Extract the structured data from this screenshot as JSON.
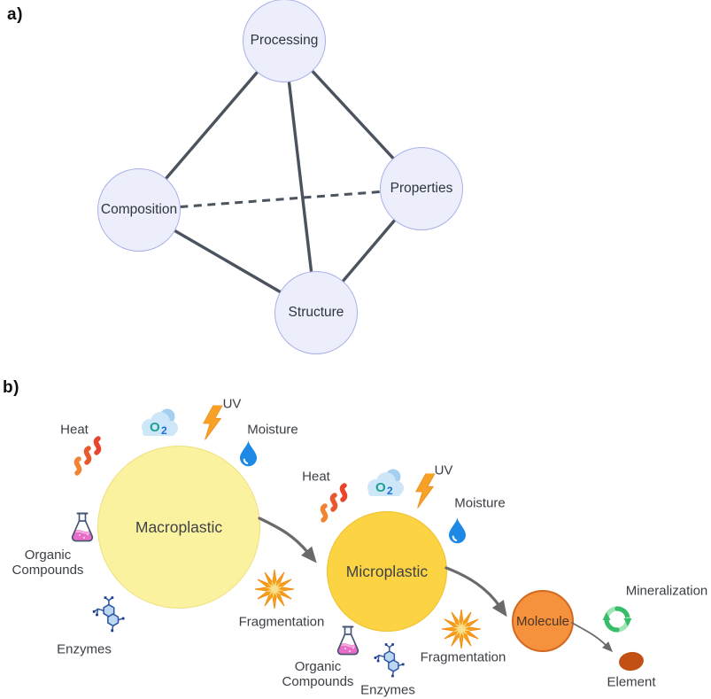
{
  "panel_a": {
    "label": "a)",
    "nodes": [
      {
        "label": "Processing"
      },
      {
        "label": "Composition"
      },
      {
        "label": "Properties"
      },
      {
        "label": "Structure"
      }
    ],
    "edges": [
      {
        "from": "Processing",
        "to": "Composition",
        "style": "solid"
      },
      {
        "from": "Processing",
        "to": "Properties",
        "style": "solid"
      },
      {
        "from": "Processing",
        "to": "Structure",
        "style": "solid"
      },
      {
        "from": "Composition",
        "to": "Structure",
        "style": "solid"
      },
      {
        "from": "Properties",
        "to": "Structure",
        "style": "solid"
      },
      {
        "from": "Composition",
        "to": "Properties",
        "style": "dashed"
      }
    ],
    "colors": {
      "node_fill": "#ECEFFB",
      "node_border": "#A9AFE8",
      "edge": "#4A535E"
    }
  },
  "panel_b": {
    "label": "b)",
    "stages": [
      {
        "label": "Macroplastic",
        "fill": "#FBF2A0",
        "border": "#EFDF7E"
      },
      {
        "label": "Microplastic",
        "fill": "#FBD343",
        "border": "#F0C12F"
      },
      {
        "label": "Molecule",
        "fill": "#F6913E",
        "border": "#D2691E"
      },
      {
        "label": "Element",
        "fill": "#C25014"
      }
    ],
    "factors": {
      "heat": "Heat",
      "uv": "UV",
      "moisture": "Moisture",
      "oxygen_o": "O",
      "oxygen_sub": "2",
      "organic_line1": "Organic",
      "organic_line2": "Compounds",
      "enzymes": "Enzymes",
      "fragmentation": "Fragmentation",
      "mineralization": "Mineralization"
    },
    "arrow_color": "#6A6A6A",
    "icon_colors": {
      "heat_red": "#E8452C",
      "heat_orange": "#F08433",
      "bolt_orange": "#F7A226",
      "drop_blue": "#1E88E5",
      "cloud_blue": "#CDE7F9",
      "oxygen_teal": "#1CA193",
      "oxygen_blue": "#1E6FD6",
      "flask_liquid": "#E96CC8",
      "enzyme_blue": "#2E55A5",
      "star_orange": "#F9A01B",
      "star_inner": "#F6DF8D",
      "recycle_green": "#35BD68",
      "recycle_light": "#9FE5B5"
    }
  }
}
